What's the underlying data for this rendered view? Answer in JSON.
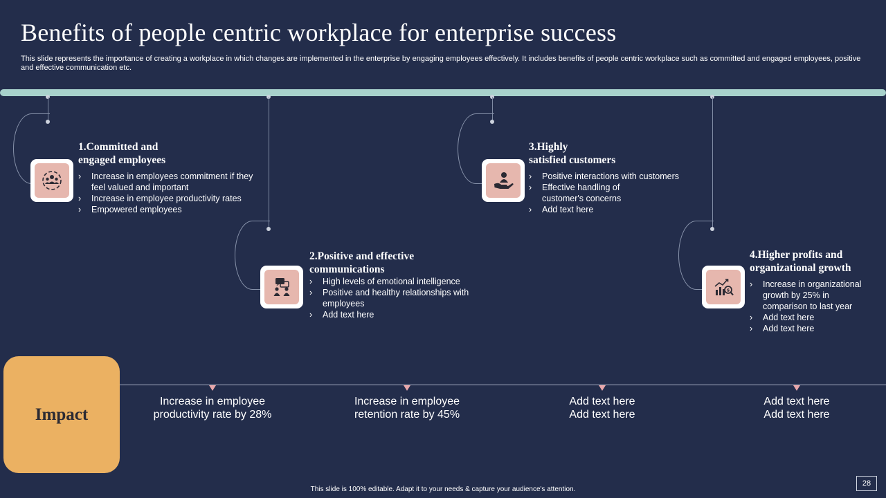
{
  "slide": {
    "title": "Benefits of people centric workplace for enterprise success",
    "subtitle": "This slide represents the importance of creating a workplace in which changes are implemented in the enterprise by engaging employees effectively. It includes benefits of people centric workplace such as committed and engaged employees, positive and effective communication etc.",
    "footer": "This slide is 100% editable. Adapt it to your needs & capture your audience's attention.",
    "page_number": "28"
  },
  "benefits": [
    {
      "title_line1": "1.Committed and",
      "title_line2": "engaged employees",
      "icon": "employee-engagement-icon",
      "points": [
        "Increase in employees commitment if they feel valued and important",
        "Increase in employee productivity rates",
        "Empowered employees"
      ]
    },
    {
      "title_line1": "2.Positive and effective",
      "title_line2": "communications",
      "icon": "communication-icon",
      "points": [
        "High levels of emotional intelligence",
        "Positive and healthy relationships with employees",
        "Add text here"
      ]
    },
    {
      "title_line1": "3.Highly",
      "title_line2": "satisfied customers",
      "icon": "customer-care-icon",
      "points": [
        "Positive interactions with customers",
        "Effective handling of customer's concerns",
        "Add text here"
      ]
    },
    {
      "title_line1": "4.Higher profits and",
      "title_line2": "organizational growth",
      "icon": "growth-chart-icon",
      "points": [
        "Increase in organizational growth by 25% in comparison to last year",
        "Add text here",
        "Add text here"
      ]
    }
  ],
  "impact": {
    "label": "Impact",
    "items": [
      {
        "line1": "Increase  in employee",
        "line2": "productivity rate by 28%"
      },
      {
        "line1": "Increase  in employee",
        "line2": "retention rate by 45%"
      },
      {
        "line1": "Add text here",
        "line2": "Add text here"
      },
      {
        "line1": "Add text here",
        "line2": "Add text here"
      }
    ]
  },
  "colors": {
    "background": "#232d4b",
    "timeline": "#a8d2cc",
    "icon_tile": "#e6b7ae",
    "impact_box": "#ebb162",
    "marker": "#e8a7ab"
  }
}
